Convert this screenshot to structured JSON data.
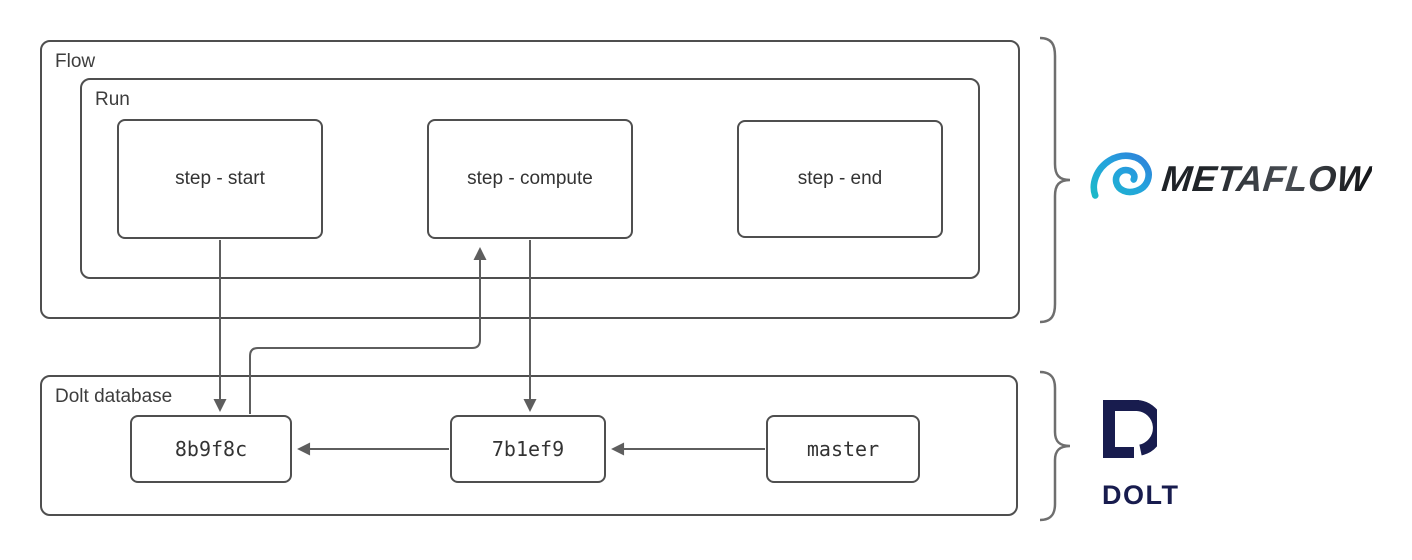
{
  "metaflow": {
    "flow_label": "Flow",
    "run_label": "Run",
    "steps": [
      "step - start",
      "step - compute",
      "step - end"
    ],
    "logo_text": "METAFLOW"
  },
  "dolt": {
    "label": "Dolt database",
    "commits": [
      "8b9f8c",
      "7b1ef9",
      "master"
    ],
    "logo_text": "DOLT"
  },
  "colors": {
    "box_border": "#4f4f4f",
    "connector": "#5e5e5e",
    "brace": "#6e6e6e",
    "label_text": "#3d3d3d",
    "metaflow_gradient_start": "#2f80d9",
    "metaflow_gradient_end": "#1db8c9",
    "metaflow_text": "#282c31",
    "dolt_navy": "#181c4e",
    "background": "#ffffff"
  }
}
